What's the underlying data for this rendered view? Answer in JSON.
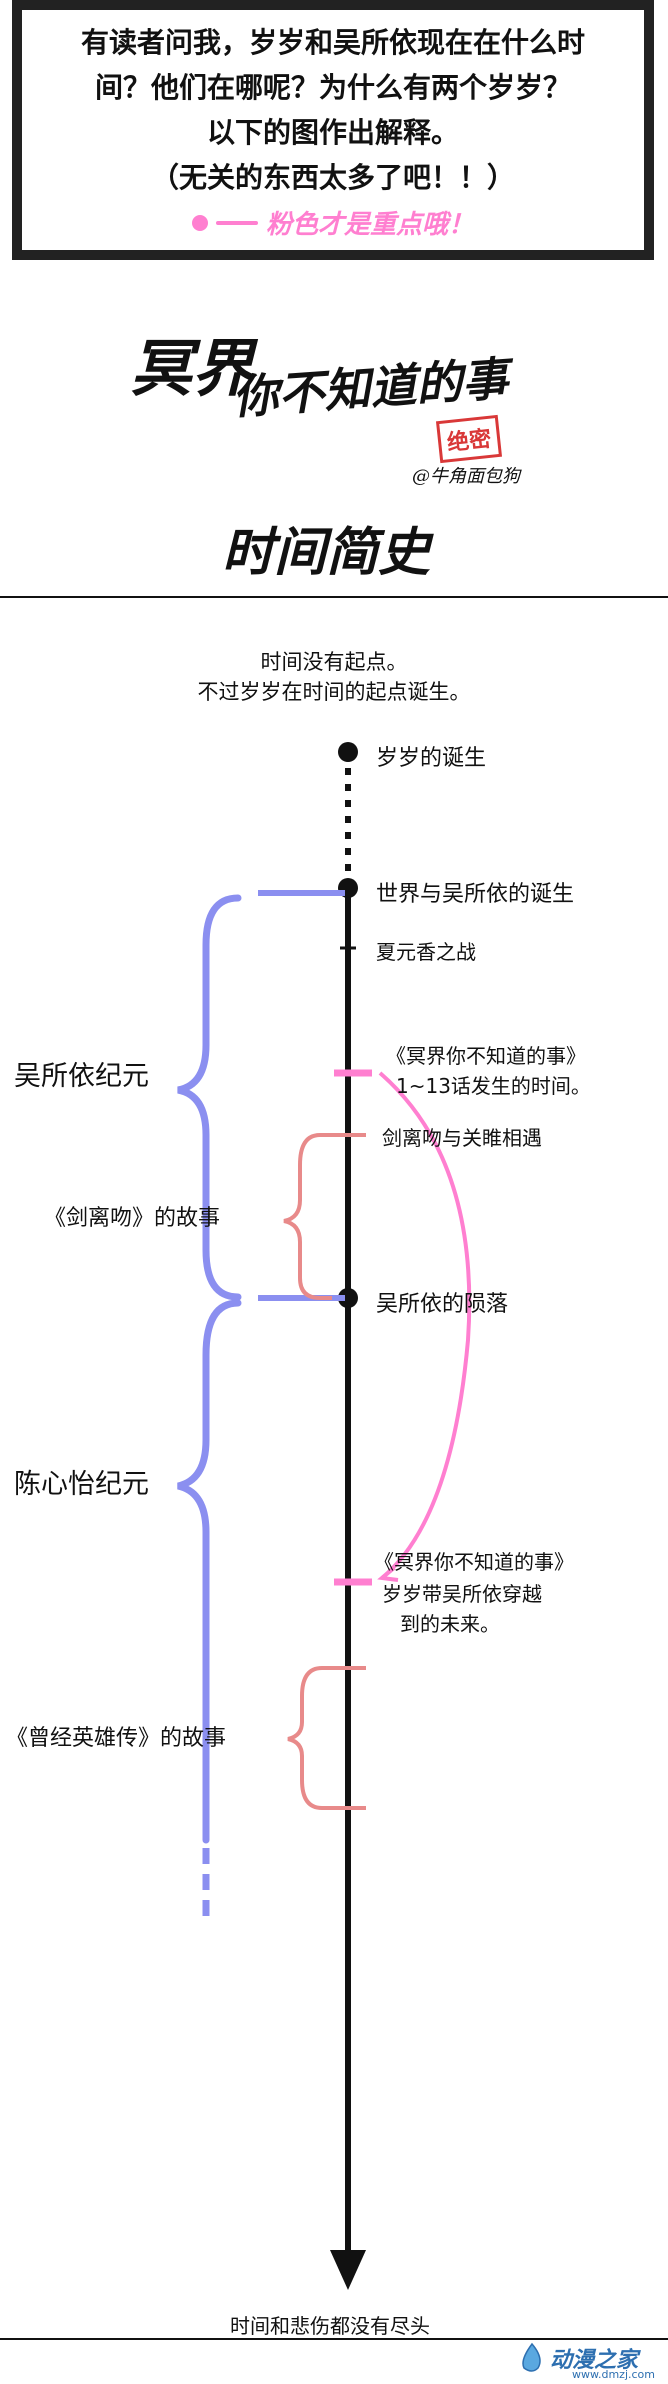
{
  "intro": {
    "lines": [
      "有读者问我，岁岁和吴所依现在在什么时",
      "间？他们在哪呢？为什么有两个岁岁？",
      "以下的图作出解释。",
      "（无关的东西太多了吧！！）"
    ],
    "pink_note": "粉色才是重点哦！"
  },
  "logo": {
    "title_part1": "冥界",
    "title_part2": "你不知道的事",
    "stamp": "绝密",
    "author": "@牛角面包狗",
    "subtitle": "时间简史"
  },
  "timeline": {
    "top_lines": [
      "时间没有起点。",
      "不过岁岁在时间的起点诞生。"
    ],
    "events": {
      "birth_suisui": "岁岁的诞生",
      "birth_world": "世界与吴所依的诞生",
      "xiayuan_war": "夏元香之战",
      "story1_title": "《冥界你不知道的事》",
      "story1_desc": "1~13话发生的时间。",
      "jianlimen_meet": "剑离吻与关睢相遇",
      "wusuoyi_fall": "吴所依的陨落",
      "story2_title": "《冥界你不知道的事》",
      "story2_desc1": "岁岁带吴所依穿越",
      "story2_desc2": "到的未来。"
    },
    "eras": {
      "wusuoyi_era": "吴所依纪元",
      "chenxinyi_era": "陈心怡纪元"
    },
    "stories": {
      "jianlimen_story": "《剑离吻》的故事",
      "hero_story": "《曾经英雄传》的故事"
    },
    "bottom_line": "时间和悲伤都没有尽头"
  },
  "footer": {
    "logo": "动漫之家",
    "url": "www.dmzj.com"
  },
  "colors": {
    "pink": "#ff7fd0",
    "blue_brace": "#8b8ff0",
    "red_brace": "#e88a8a",
    "axis": "#111111",
    "footer_blue": "#2d6fb0"
  }
}
